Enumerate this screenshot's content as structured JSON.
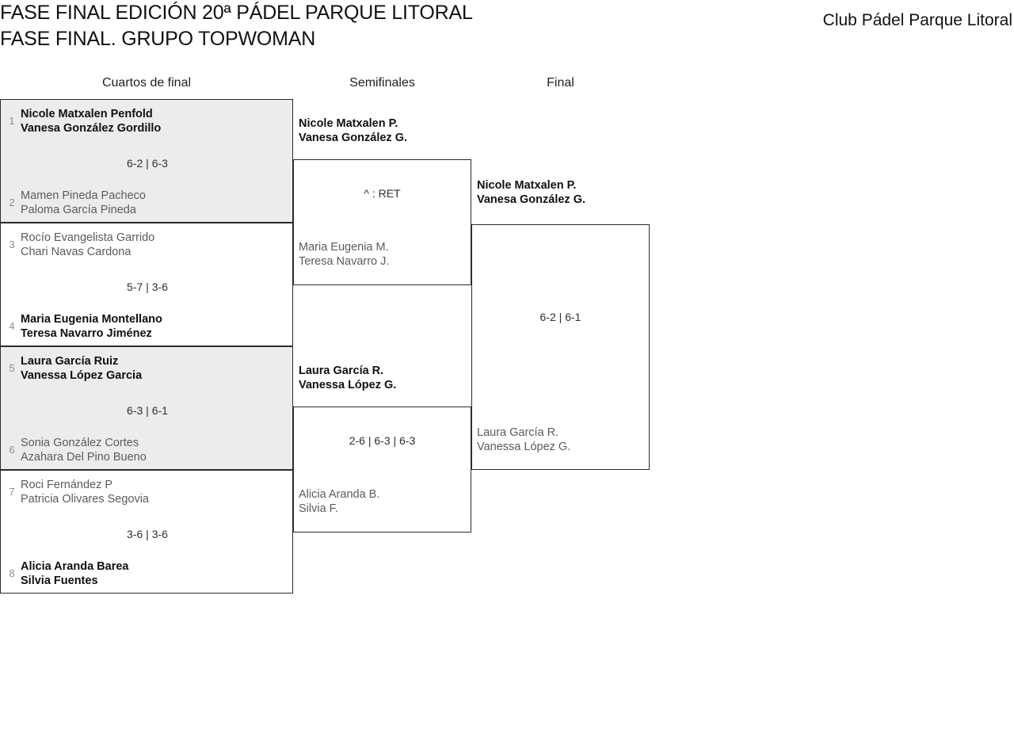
{
  "header": {
    "title_line_1": "FASE FINAL EDICIÓN 20ª PÁDEL PARQUE LITORAL",
    "title_line_2": "FASE FINAL. GRUPO TOPWOMAN",
    "club": "Club Pádel Parque Litoral"
  },
  "rounds": {
    "quarterfinals_label": "Cuartos de final",
    "semifinals_label": "Semifinales",
    "final_label": "Final"
  },
  "colors": {
    "shaded_row": "#ececec",
    "border": "#2b2b2b",
    "winner_text": "#101010",
    "loser_text": "#5b5b5b",
    "seed_text": "#8d8d8d"
  },
  "quarterfinals": [
    {
      "score": "6-2 | 6-3",
      "shaded": true,
      "top": {
        "seed": "1",
        "player_1": "Nicole Matxalen Penfold",
        "player_2": "Vanesa González Gordillo",
        "winner": true
      },
      "bottom": {
        "seed": "2",
        "player_1": "Mamen Pineda Pacheco",
        "player_2": "Paloma García Pineda",
        "winner": false
      }
    },
    {
      "score": "5-7 | 3-6",
      "shaded": false,
      "top": {
        "seed": "3",
        "player_1": "Rocío Evangelista Garrido",
        "player_2": "Chari Navas Cardona",
        "winner": false
      },
      "bottom": {
        "seed": "4",
        "player_1": "Maria Eugenia Montellano",
        "player_2": "Teresa Navarro Jiménez",
        "winner": true
      }
    },
    {
      "score": "6-3 | 6-1",
      "shaded": true,
      "top": {
        "seed": "5",
        "player_1": "Laura García Ruiz",
        "player_2": "Vanessa López Garcia",
        "winner": true
      },
      "bottom": {
        "seed": "6",
        "player_1": "Sonia González Cortes",
        "player_2": "Azahara Del Pino Bueno",
        "winner": false
      }
    },
    {
      "score": "3-6 | 3-6",
      "shaded": false,
      "top": {
        "seed": "7",
        "player_1": "Roci Fernández P",
        "player_2": "Patricia Olivares Segovia",
        "winner": false
      },
      "bottom": {
        "seed": "8",
        "player_1": "Alicia Aranda Barea",
        "player_2": "Silvia Fuentes",
        "winner": true
      }
    }
  ],
  "semifinals": [
    {
      "score": "^ : RET",
      "top": {
        "player_1": "Nicole Matxalen P.",
        "player_2": "Vanesa González G.",
        "winner": true
      },
      "bottom": {
        "player_1": "Maria Eugenia M.",
        "player_2": "Teresa Navarro J.",
        "winner": false
      }
    },
    {
      "score": "2-6 | 6-3 | 6-3",
      "top": {
        "player_1": "Laura García R.",
        "player_2": "Vanessa López G.",
        "winner": true
      },
      "bottom": {
        "player_1": "Alicia Aranda B.",
        "player_2": "Silvia F.",
        "winner": false
      }
    }
  ],
  "final": {
    "score": "6-2 | 6-1",
    "top": {
      "player_1": "Nicole Matxalen P.",
      "player_2": "Vanesa González G.",
      "winner": true
    },
    "bottom": {
      "player_1": "Laura García R.",
      "player_2": "Vanessa López G.",
      "winner": false
    }
  }
}
